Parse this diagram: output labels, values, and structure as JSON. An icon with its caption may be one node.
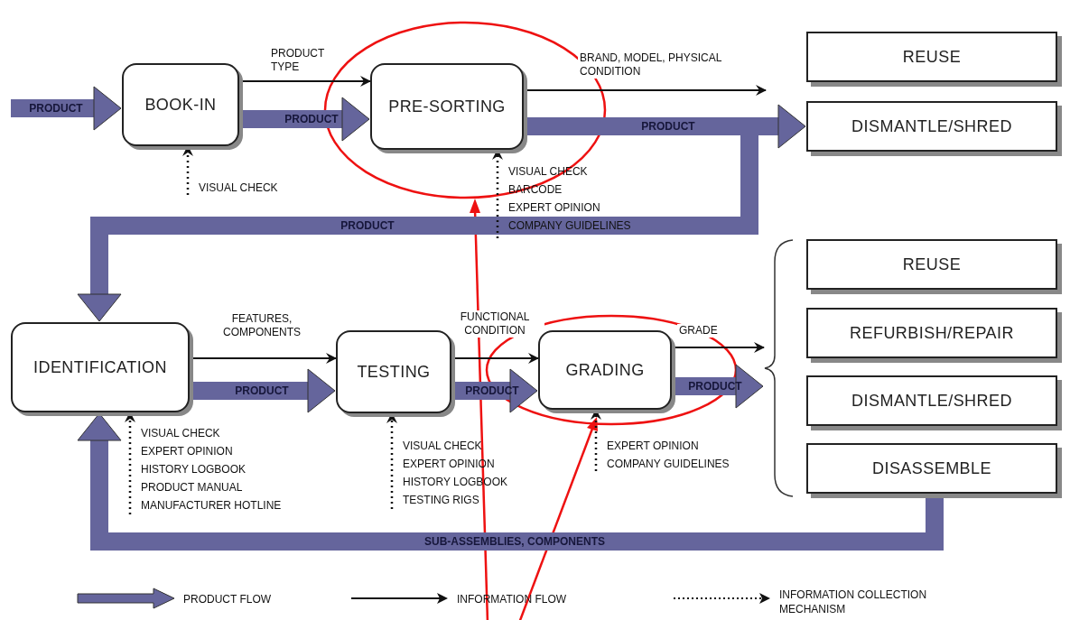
{
  "diagram": {
    "nodes": [
      {
        "text": [
          "BOOK-IN"
        ]
      },
      {
        "text": [
          "PRE-SORTING"
        ]
      },
      {
        "text": [
          "REUSE"
        ]
      },
      {
        "text": [
          "DISMANTLE/SHRED"
        ]
      },
      {
        "text": [
          "IDENTIFICATION"
        ]
      },
      {
        "text": [
          "TESTING"
        ]
      },
      {
        "text": [
          "GRADING"
        ]
      },
      {
        "text": [
          "REUSE"
        ]
      },
      {
        "text": [
          "REFURBISH/REPAIR"
        ]
      },
      {
        "text": [
          "DISMANTLE/SHRED"
        ]
      },
      {
        "text": [
          "DISASSEMBLE"
        ]
      },
      {
        "text": [
          "VISUAL CHECK"
        ]
      },
      {
        "text": [
          "VISUAL CHECK",
          "BARCODE",
          "EXPERT OPINION",
          "COMPANY GUIDELINES"
        ]
      },
      {
        "text": [
          "VISUAL CHECK",
          "EXPERT OPINION",
          "HISTORY LOGBOOK",
          "PRODUCT MANUAL",
          "MANUFACTURER HOTLINE"
        ]
      },
      {
        "text": [
          "VISUAL CHECK",
          "EXPERT OPINION",
          "HISTORY LOGBOOK",
          "TESTING RIGS"
        ]
      },
      {
        "text": [
          "EXPERT OPINION",
          "COMPANY GUIDELINES"
        ]
      },
      {
        "text": [],
        "shape": "brace"
      }
    ],
    "edges": [
      {
        "from": null,
        "to": 0,
        "arrow": "to",
        "label": "PRODUCT",
        "style": "thick",
        "color": "#65659c"
      },
      {
        "from": 0,
        "to": 1,
        "arrow": "to",
        "label": "PRODUCT TYPE"
      },
      {
        "from": 0,
        "to": 1,
        "arrow": "to",
        "label": "PRODUCT",
        "style": "thick",
        "color": "#65659c"
      },
      {
        "from": 1,
        "to": null,
        "arrow": "to",
        "label": "BRAND, MODEL, PHYSICAL CONDITION"
      },
      {
        "from": 1,
        "to": 3,
        "arrow": "to",
        "label": "PRODUCT",
        "style": "thick",
        "color": "#65659c"
      },
      {
        "from": 1,
        "to": 4,
        "arrow": "to",
        "label": "PRODUCT",
        "style": "thick",
        "color": "#65659c"
      },
      {
        "from": 4,
        "to": 5,
        "arrow": "to",
        "label": "FEATURES, COMPONENTS"
      },
      {
        "from": 4,
        "to": 5,
        "arrow": "to",
        "label": "PRODUCT",
        "style": "thick",
        "color": "#65659c"
      },
      {
        "from": 5,
        "to": 6,
        "arrow": "to",
        "label": "FUNCTIONAL CONDITION"
      },
      {
        "from": 5,
        "to": 6,
        "arrow": "to",
        "label": "PRODUCT",
        "style": "thick",
        "color": "#65659c"
      },
      {
        "from": 6,
        "to": 16,
        "arrow": "to",
        "label": "GRADE"
      },
      {
        "from": 6,
        "to": 16,
        "arrow": "to",
        "label": "PRODUCT",
        "style": "thick",
        "color": "#65659c"
      },
      {
        "from": 10,
        "to": 4,
        "arrow": "to",
        "label": "SUB-ASSEMBLIES, COMPONENTS",
        "style": "thick",
        "color": "#65659c"
      },
      {
        "from": 11,
        "to": 0,
        "arrow": "to",
        "style": "dashed"
      },
      {
        "from": 12,
        "to": 1,
        "arrow": "to",
        "style": "dashed"
      },
      {
        "from": 13,
        "to": 4,
        "arrow": "to",
        "style": "dashed"
      },
      {
        "from": 14,
        "to": 5,
        "arrow": "to",
        "style": "dashed"
      },
      {
        "from": 15,
        "to": 6,
        "arrow": "to",
        "style": "dashed"
      }
    ],
    "legend": [
      {
        "text": "PRODUCT FLOW"
      },
      {
        "text": "INFORMATION FLOW"
      },
      {
        "text": "INFORMATION COLLECTION MECHANISM"
      }
    ]
  }
}
